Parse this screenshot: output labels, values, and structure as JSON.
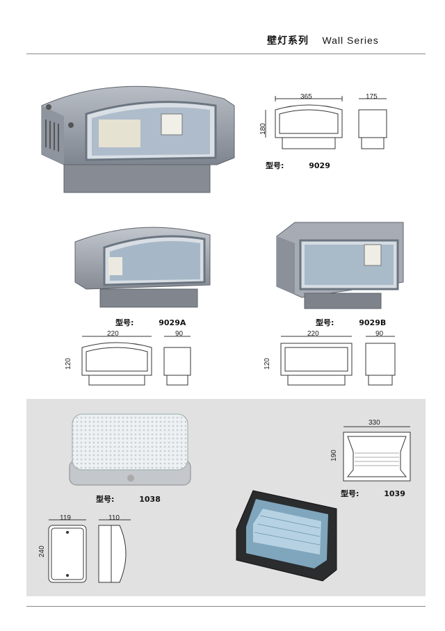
{
  "header": {
    "title_zh": "壁灯系列",
    "title_en": "Wall Series"
  },
  "model_label": "型号:",
  "products": [
    {
      "model": "9029",
      "dims": {
        "width": "365",
        "height": "180",
        "depth": "175"
      }
    },
    {
      "model": "9029A",
      "dims": {
        "width": "220",
        "height": "120",
        "depth": "90"
      }
    },
    {
      "model": "9029B",
      "dims": {
        "width": "220",
        "height": "120",
        "depth": "90"
      }
    },
    {
      "model": "1038",
      "dims": {
        "width": "119",
        "height": "240",
        "depth": "110"
      }
    },
    {
      "model": "1039",
      "dims": {
        "width": "330",
        "height": "190"
      }
    }
  ],
  "colors": {
    "housing": "#9aa0aa",
    "panel": "#e1e1e1",
    "glass": "#9fb6c6"
  }
}
